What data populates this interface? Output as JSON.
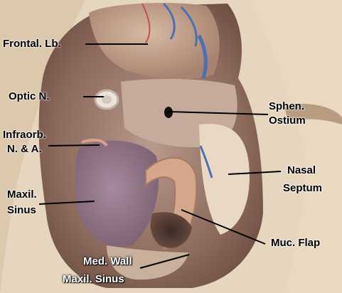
{
  "labels": {
    "frontal_lobe": "Frontal. Lb.",
    "optic_nerve": "Optic N.",
    "infraorbital_line1": "Infraorb.",
    "infraorbital_line2": "N. & A.",
    "maxillary_sinus_line1": "Maxil.",
    "maxillary_sinus_line2": "Sinus",
    "sphenoid_ostium_line1": "Sphen.",
    "sphenoid_ostium_line2": "Ostium",
    "nasal_septum_line1": "Nasal",
    "nasal_septum_line2": "Septum",
    "mucosal_flap": "Muc. Flap",
    "medial_wall_line1": "Med. Wall",
    "medial_wall_line2": "Maxil. Sinus"
  },
  "colors": {
    "leader_line": "#000000",
    "background_skin": "#e8d9c2"
  }
}
